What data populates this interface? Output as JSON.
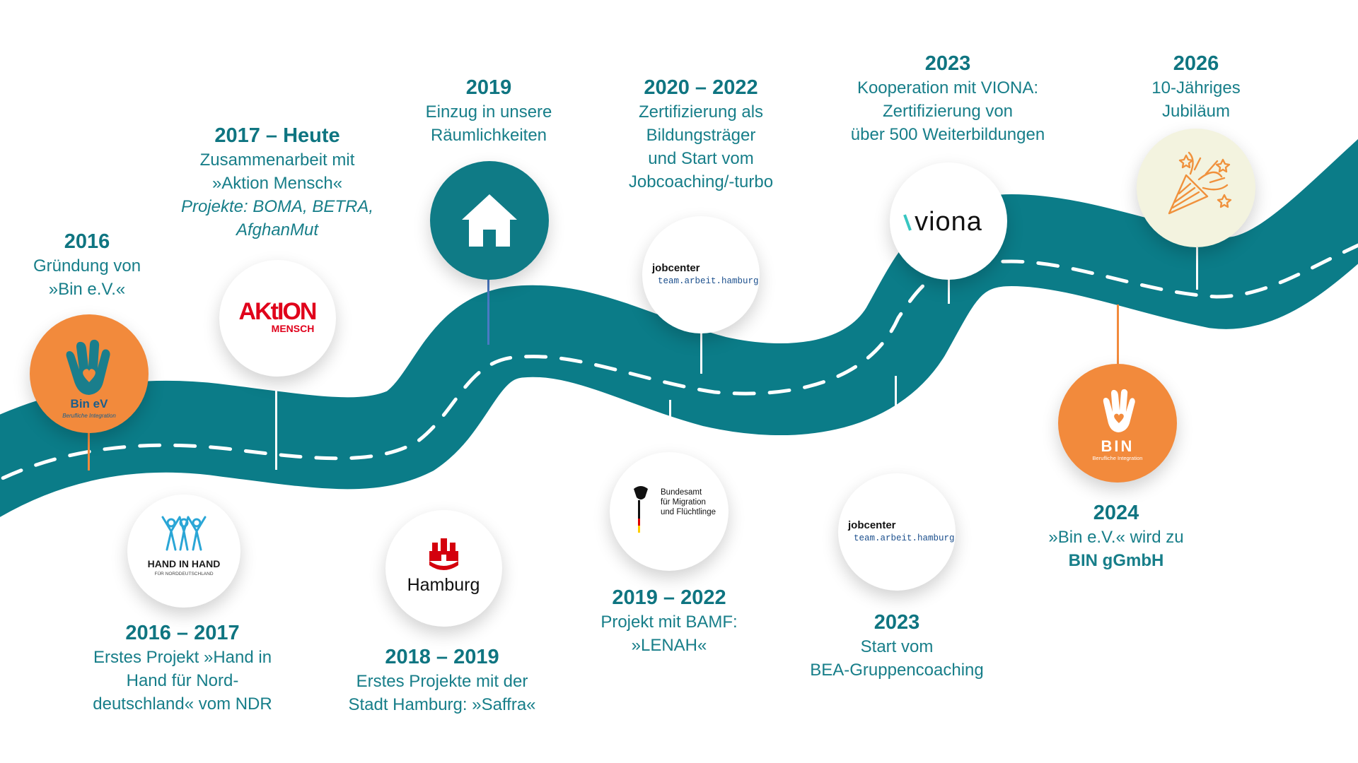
{
  "colors": {
    "road": "#0b7c88",
    "accent": "#177e89",
    "orange": "#f28a3c",
    "cream": "#f3f3df",
    "blue_stem": "#4a79c4"
  },
  "milestones": [
    {
      "id": "m2016",
      "year": "2016",
      "lines": [
        "Gründung von",
        "»Bin e.V.«"
      ],
      "logo": {
        "kind": "bin-ev",
        "text": "Bin eV",
        "sub": "Berufliche Integration"
      }
    },
    {
      "id": "m2016_17",
      "year": "2016 – 2017",
      "lines": [
        "Erstes Projekt »Hand in",
        "Hand für Nord-",
        "deutschland« vom NDR"
      ],
      "logo": {
        "kind": "hand-in-hand",
        "text": "HAND IN HAND",
        "sub": "FÜR NORDDEUTSCHLAND"
      }
    },
    {
      "id": "m2017",
      "year": "2017 – Heute",
      "lines": [
        "Zusammenarbeit mit",
        "»Aktion Mensch«"
      ],
      "italic_lines": [
        "Projekte: BOMA, BETRA,",
        "AfghanMut"
      ],
      "logo": {
        "kind": "aktion-mensch",
        "text": "AKtION",
        "sub": "MENSCH"
      }
    },
    {
      "id": "m2018",
      "year": "2018 – 2019",
      "lines": [
        "Erstes Projekte mit der",
        "Stadt Hamburg: »Saffra«"
      ],
      "logo": {
        "kind": "hamburg",
        "text": "Hamburg"
      }
    },
    {
      "id": "m2019",
      "year": "2019",
      "lines": [
        "Einzug in unsere",
        "Räumlichkeiten"
      ],
      "logo": {
        "kind": "home-icon"
      }
    },
    {
      "id": "m2019_22",
      "year": "2019 – 2022",
      "lines": [
        "Projekt mit BAMF:",
        "»LENAH«"
      ],
      "logo": {
        "kind": "bamf",
        "text_lines": [
          "Bundesamt",
          "für Migration",
          "und Flüchtlinge"
        ]
      }
    },
    {
      "id": "m2020",
      "year": "2020 – 2022",
      "lines": [
        "Zertifizierung als",
        "Bildungsträger",
        "und Start vom",
        "Jobcoaching/-turbo"
      ],
      "logo": {
        "kind": "jobcenter",
        "text": "jobcenter",
        "sub": "team.arbeit.hamburg"
      }
    },
    {
      "id": "m2023a",
      "year": "2023",
      "lines": [
        "Start vom",
        "BEA-Gruppencoaching"
      ],
      "logo": {
        "kind": "jobcenter",
        "text": "jobcenter",
        "sub": "team.arbeit.hamburg"
      }
    },
    {
      "id": "m2023b",
      "year": "2023",
      "lines": [
        "Kooperation mit VIONA:",
        "Zertifizierung von",
        "über 500 Weiterbildungen"
      ],
      "logo": {
        "kind": "viona",
        "text": "viona"
      }
    },
    {
      "id": "m2024",
      "year": "2024",
      "lines": [
        "»Bin e.V.« wird zu"
      ],
      "bold_lines": [
        "BIN gGmbH"
      ],
      "logo": {
        "kind": "bin",
        "text": "BIN",
        "sub": "Berufliche Integration"
      }
    },
    {
      "id": "m2026",
      "year": "2026",
      "lines": [
        "10-Jähriges",
        "Jubiläum"
      ],
      "logo": {
        "kind": "party-popper-icon"
      }
    }
  ]
}
